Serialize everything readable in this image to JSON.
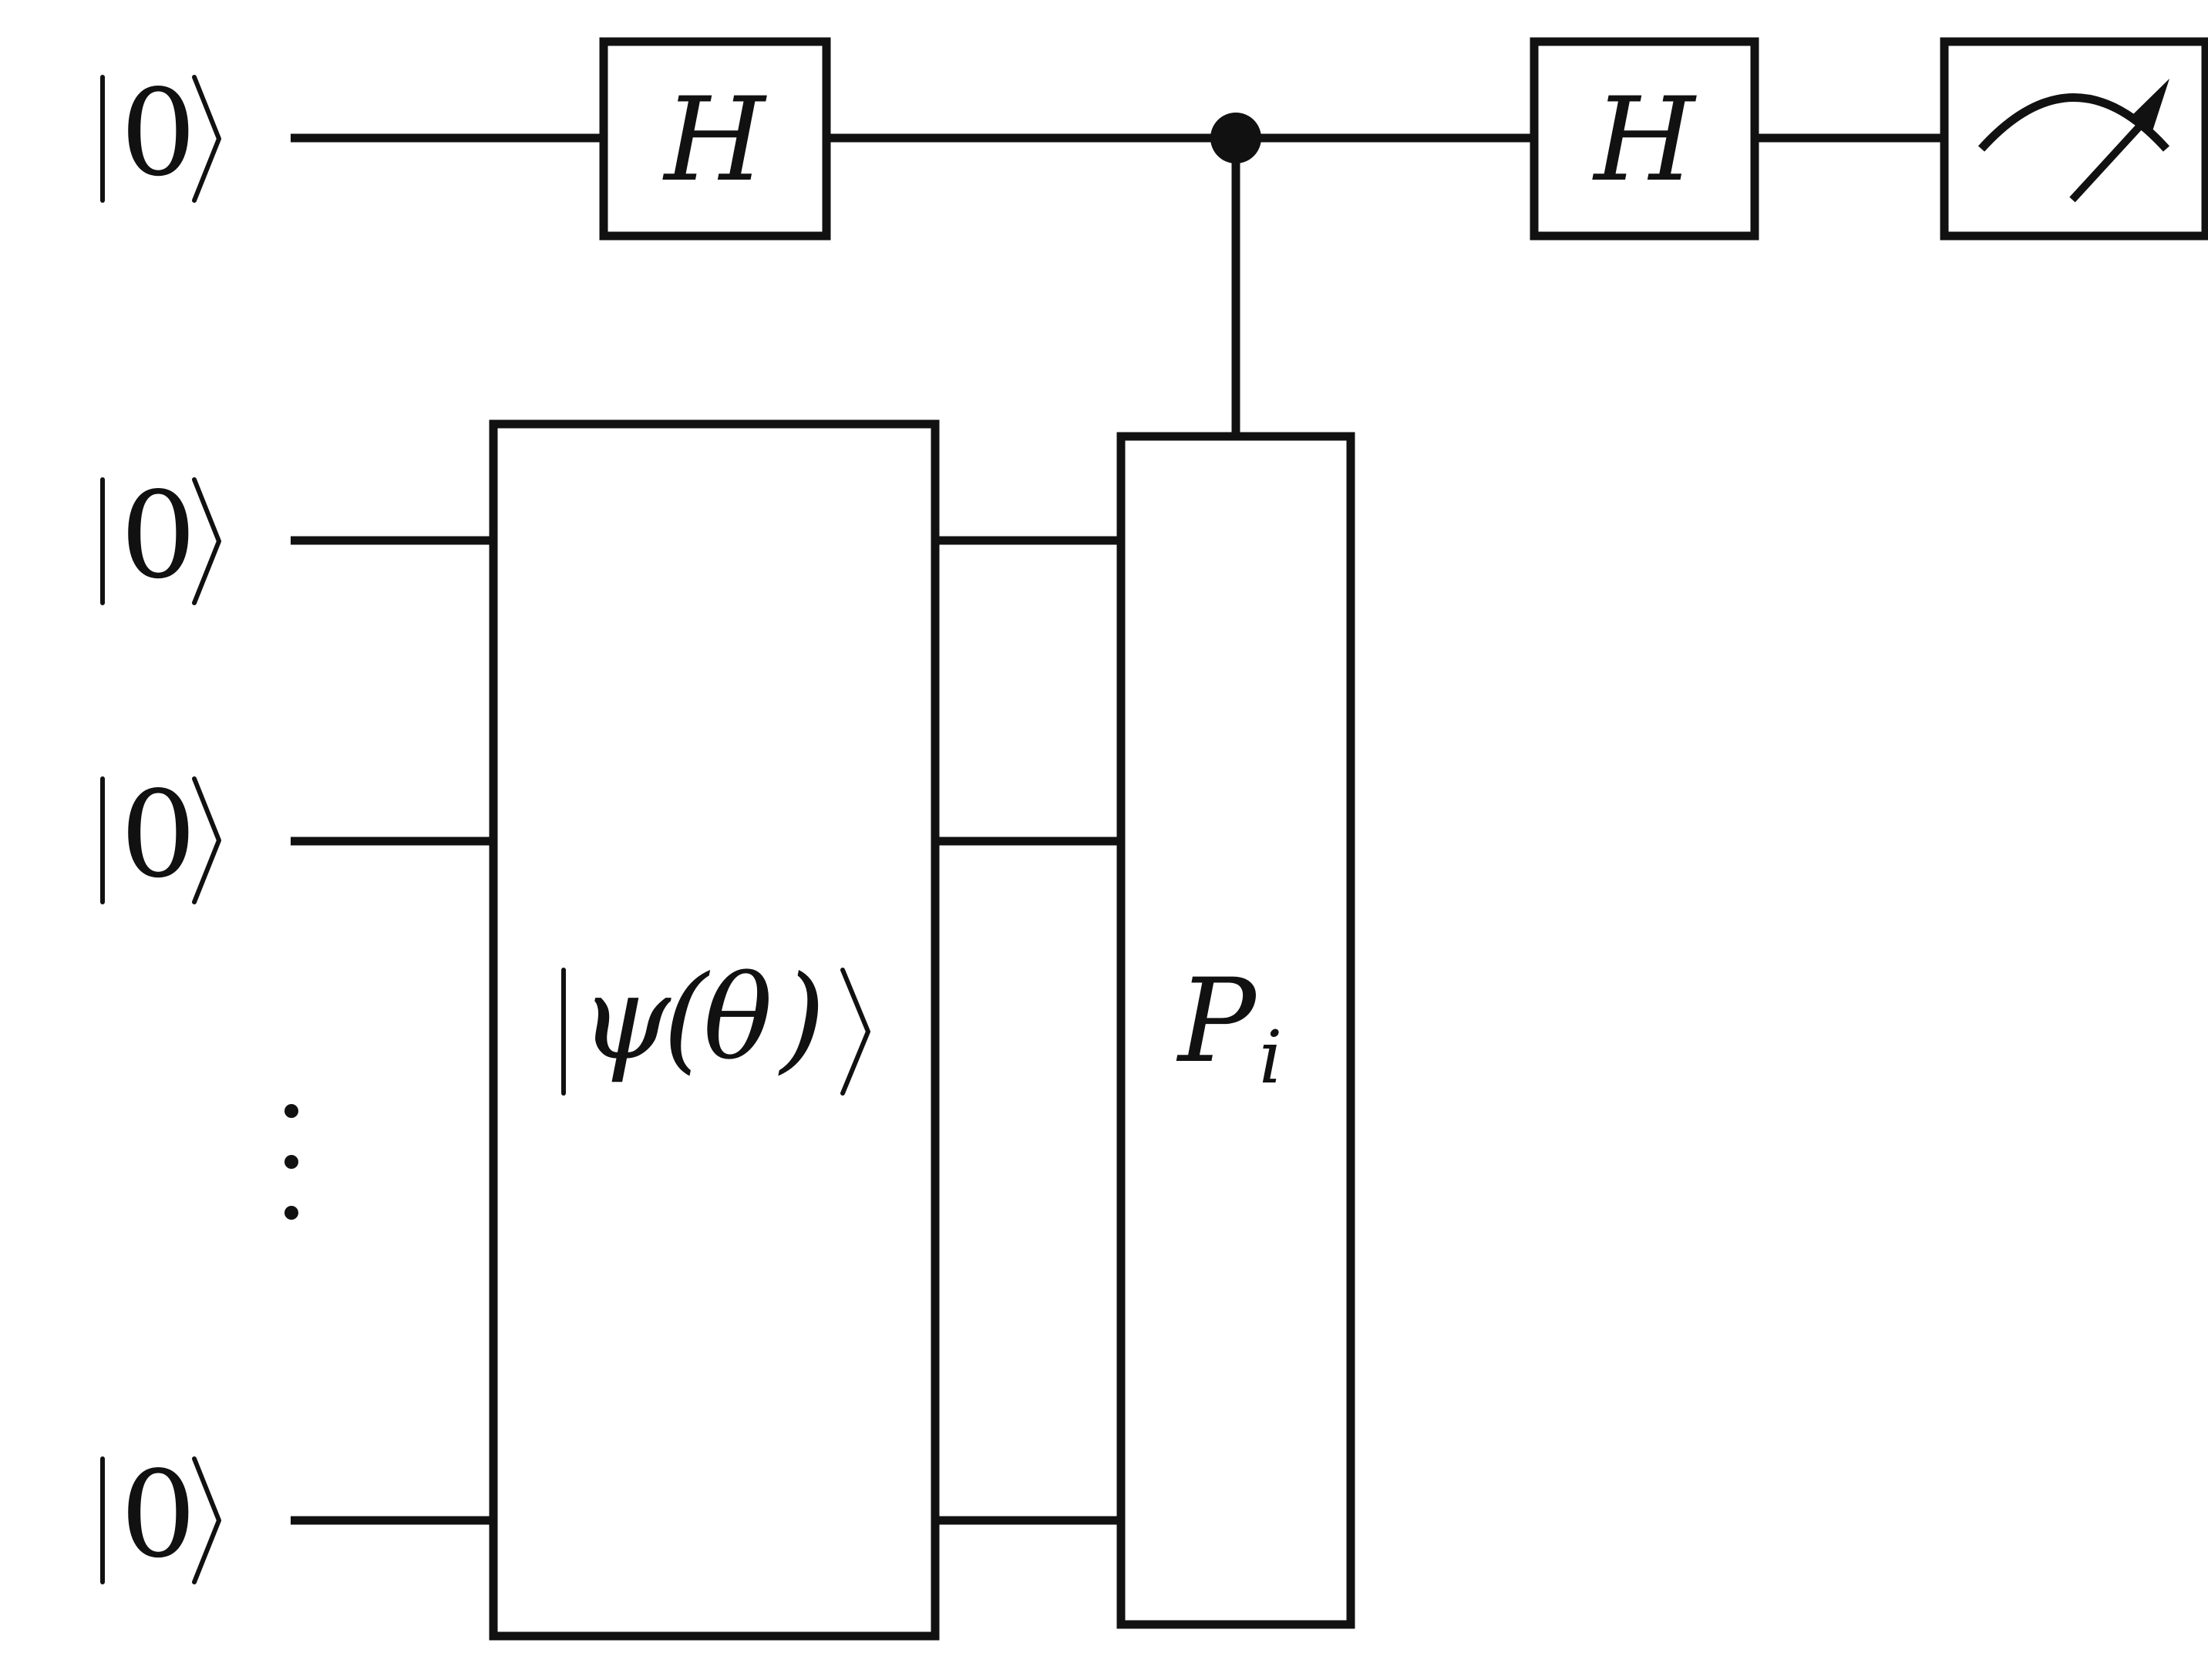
{
  "qubits": [
    {
      "label": "0"
    },
    {
      "label": "0"
    },
    {
      "label": "0"
    },
    {
      "label": "0"
    }
  ],
  "gates": {
    "hadamard_1": {
      "label": "H"
    },
    "hadamard_2": {
      "label": "H"
    },
    "state_prep": {
      "symbol": "ψ",
      "argument": "θ"
    },
    "pauli": {
      "label": "P",
      "subscript": "i"
    },
    "measurement": {
      "icon": "meter-icon"
    }
  },
  "colors": {
    "ink": "#111111",
    "background": "#ffffff"
  }
}
